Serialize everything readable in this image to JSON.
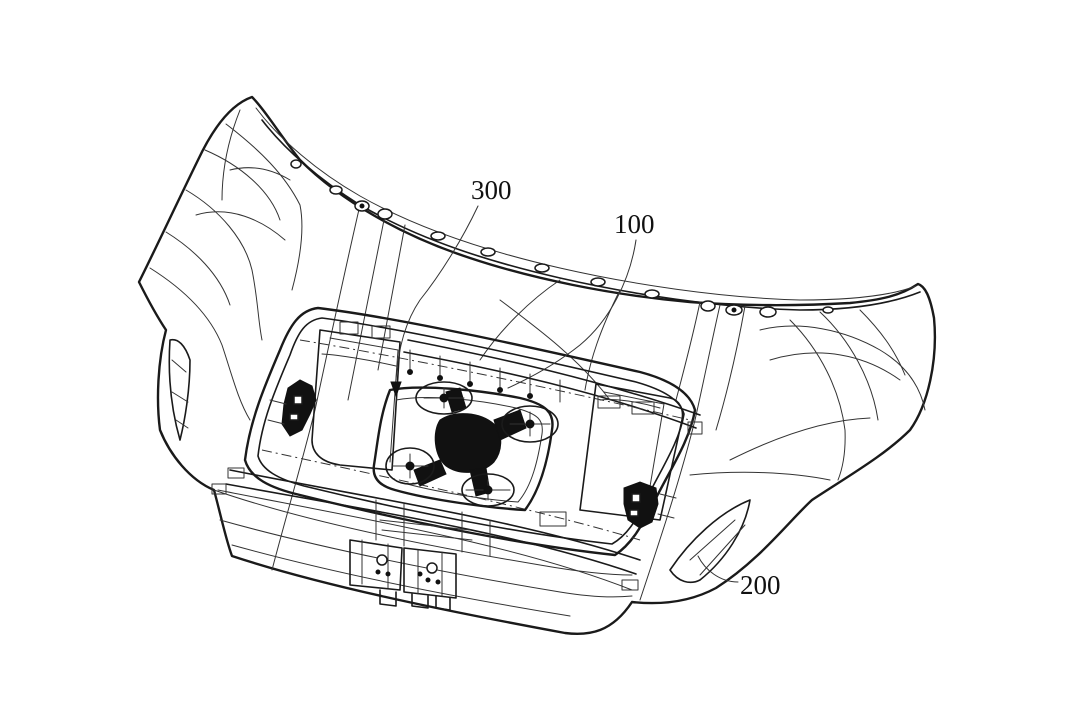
{
  "diagram": {
    "labels": [
      {
        "id": "300",
        "text": "300"
      },
      {
        "id": "100",
        "text": "100"
      },
      {
        "id": "200",
        "text": "200"
      }
    ]
  }
}
